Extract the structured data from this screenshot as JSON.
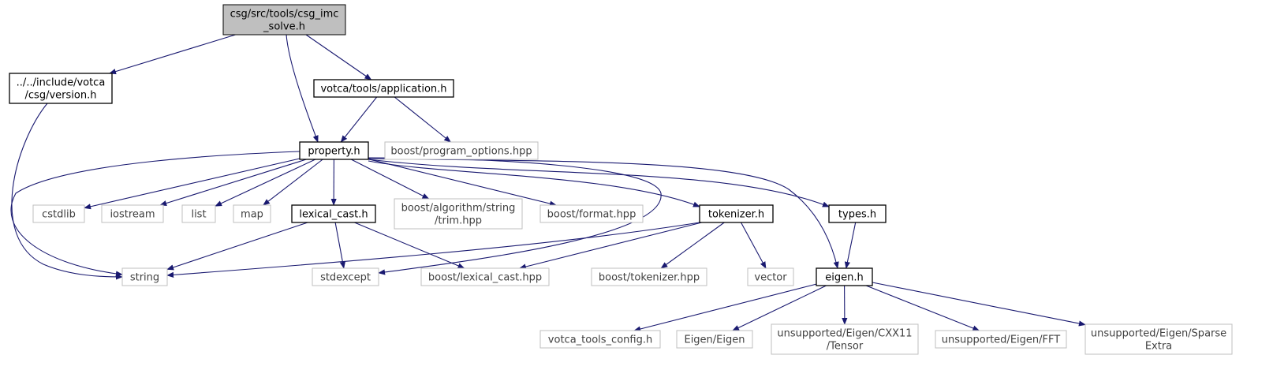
{
  "diagram": {
    "nodes": {
      "root": {
        "lines": [
          "csg/src/tools/csg_imc",
          "_solve.h"
        ],
        "style": "root"
      },
      "version": {
        "lines": [
          "../../include/votca",
          "/csg/version.h"
        ],
        "style": "local"
      },
      "application": {
        "lines": [
          "votca/tools/application.h"
        ],
        "style": "local"
      },
      "property": {
        "lines": [
          "property.h"
        ],
        "style": "local"
      },
      "program_options": {
        "lines": [
          "boost/program_options.hpp"
        ],
        "style": "system"
      },
      "cstdlib": {
        "lines": [
          "cstdlib"
        ],
        "style": "system"
      },
      "iostream": {
        "lines": [
          "iostream"
        ],
        "style": "system"
      },
      "list": {
        "lines": [
          "list"
        ],
        "style": "system"
      },
      "map": {
        "lines": [
          "map"
        ],
        "style": "system"
      },
      "lexical_cast": {
        "lines": [
          "lexical_cast.h"
        ],
        "style": "local"
      },
      "trim": {
        "lines": [
          "boost/algorithm/string",
          "/trim.hpp"
        ],
        "style": "system"
      },
      "format": {
        "lines": [
          "boost/format.hpp"
        ],
        "style": "system"
      },
      "tokenizer": {
        "lines": [
          "tokenizer.h"
        ],
        "style": "local"
      },
      "types": {
        "lines": [
          "types.h"
        ],
        "style": "local"
      },
      "string": {
        "lines": [
          "string"
        ],
        "style": "system"
      },
      "stdexcept": {
        "lines": [
          "stdexcept"
        ],
        "style": "system"
      },
      "boost_lexical_cast": {
        "lines": [
          "boost/lexical_cast.hpp"
        ],
        "style": "system"
      },
      "boost_tokenizer": {
        "lines": [
          "boost/tokenizer.hpp"
        ],
        "style": "system"
      },
      "vector": {
        "lines": [
          "vector"
        ],
        "style": "system"
      },
      "eigen": {
        "lines": [
          "eigen.h"
        ],
        "style": "local"
      },
      "config": {
        "lines": [
          "votca_tools_config.h"
        ],
        "style": "system"
      },
      "eigen_eigen": {
        "lines": [
          "Eigen/Eigen"
        ],
        "style": "system"
      },
      "tensor": {
        "lines": [
          "unsupported/Eigen/CXX11",
          "/Tensor"
        ],
        "style": "system"
      },
      "fft": {
        "lines": [
          "unsupported/Eigen/FFT"
        ],
        "style": "system"
      },
      "sparse": {
        "lines": [
          "unsupported/Eigen/Sparse",
          "Extra"
        ],
        "style": "system"
      }
    },
    "edges": [
      [
        "root",
        "version"
      ],
      [
        "root",
        "property"
      ],
      [
        "root",
        "application"
      ],
      [
        "version",
        "string"
      ],
      [
        "application",
        "property"
      ],
      [
        "application",
        "program_options"
      ],
      [
        "property",
        "string"
      ],
      [
        "property",
        "cstdlib"
      ],
      [
        "property",
        "iostream"
      ],
      [
        "property",
        "list"
      ],
      [
        "property",
        "map"
      ],
      [
        "property",
        "lexical_cast"
      ],
      [
        "property",
        "trim"
      ],
      [
        "property",
        "format"
      ],
      [
        "property",
        "stdexcept"
      ],
      [
        "property",
        "tokenizer"
      ],
      [
        "property",
        "types"
      ],
      [
        "property",
        "eigen"
      ],
      [
        "lexical_cast",
        "string"
      ],
      [
        "lexical_cast",
        "stdexcept"
      ],
      [
        "lexical_cast",
        "boost_lexical_cast"
      ],
      [
        "tokenizer",
        "string"
      ],
      [
        "tokenizer",
        "boost_lexical_cast"
      ],
      [
        "tokenizer",
        "boost_tokenizer"
      ],
      [
        "tokenizer",
        "vector"
      ],
      [
        "types",
        "eigen"
      ],
      [
        "eigen",
        "config"
      ],
      [
        "eigen",
        "eigen_eigen"
      ],
      [
        "eigen",
        "tensor"
      ],
      [
        "eigen",
        "fft"
      ],
      [
        "eigen",
        "sparse"
      ]
    ]
  },
  "colors": {
    "edge": "#191970",
    "root_fill": "#bfbfbf",
    "local_border": "#000000",
    "system_border": "#bfbfbf",
    "system_text": "#404040"
  }
}
